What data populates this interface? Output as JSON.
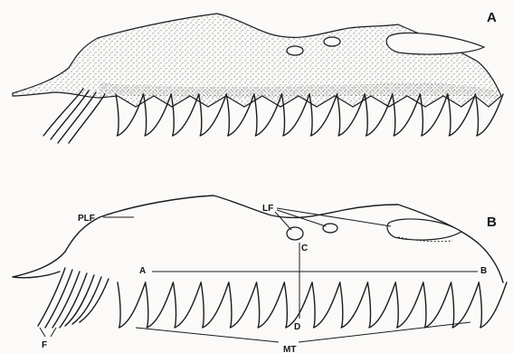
{
  "figure": {
    "panels": [
      {
        "id": "A",
        "letter": "A"
      },
      {
        "id": "B",
        "letter": "B"
      }
    ],
    "annotations": {
      "plf": "PLF",
      "lf": "LF",
      "c": "C",
      "d": "D",
      "a": "A",
      "b": "B",
      "f": "F",
      "mt": "MT"
    },
    "colors": {
      "ink": "#1c1c1c",
      "paper": "#fbfaf8",
      "stipple": "#3a3a3a"
    }
  }
}
